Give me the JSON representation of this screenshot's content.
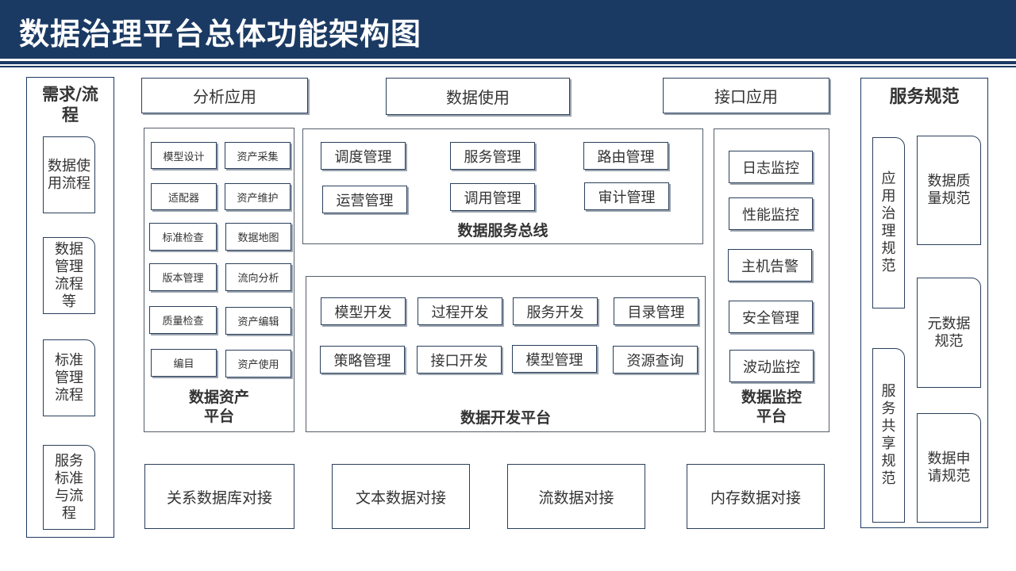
{
  "title": "数据治理平台总体功能架构图",
  "left_column": {
    "title": "需求/流程",
    "title_line1": "需求/流",
    "title_line2": "程",
    "items": [
      "数据使用流程",
      "数据管理流程等",
      "标准管理流程",
      "服务标准与流程"
    ]
  },
  "right_column": {
    "title": "服务规范",
    "vertical_items": [
      "应用治理规范",
      "服务共享规范"
    ],
    "items": [
      "数据质量规范",
      "元数据规范",
      "数据申请规范"
    ]
  },
  "top_apps": [
    "分析应用",
    "数据使用",
    "接口应用"
  ],
  "asset_platform": {
    "title_line1": "数据资产",
    "title_line2": "平台",
    "items": [
      "模型设计",
      "资产采集",
      "适配器",
      "资产维护",
      "标准检查",
      "数据地图",
      "版本管理",
      "流向分析",
      "质量检查",
      "资产编辑",
      "编目",
      "资产使用"
    ]
  },
  "service_bus": {
    "title": "数据服务总线",
    "items": [
      "调度管理",
      "服务管理",
      "路由管理",
      "运营管理",
      "调用管理",
      "审计管理"
    ]
  },
  "dev_platform": {
    "title": "数据开发平台",
    "items": [
      "模型开发",
      "过程开发",
      "服务开发",
      "目录管理",
      "策略管理",
      "接口开发",
      "模型管理",
      "资源查询"
    ]
  },
  "monitor_platform": {
    "title_line1": "数据监控",
    "title_line2": "平台",
    "items": [
      "日志监控",
      "性能监控",
      "主机告警",
      "安全管理",
      "波动监控"
    ]
  },
  "connectors": [
    "关系数据库对接",
    "文本数据对接",
    "流数据对接",
    "内存数据对接"
  ]
}
